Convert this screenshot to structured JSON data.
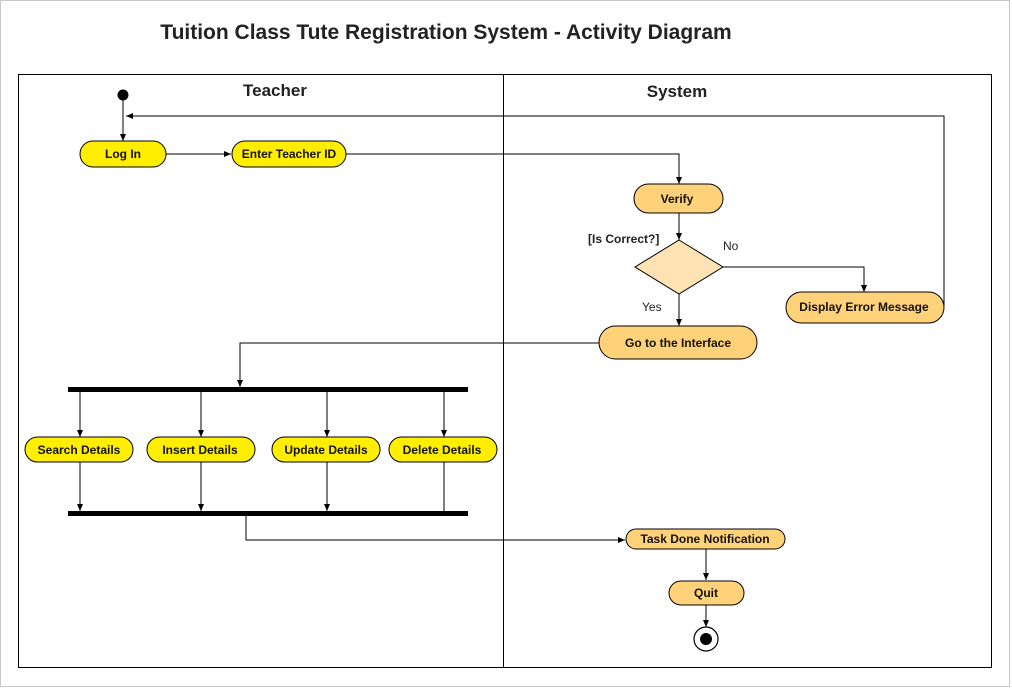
{
  "diagram": {
    "title": "Tuition Class Tute Registration System - Activity Diagram",
    "lanes": {
      "teacher": "Teacher",
      "system": "System"
    },
    "activities": {
      "log_in": "Log In",
      "enter_teacher_id": "Enter Teacher ID",
      "verify": "Verify",
      "display_error": "Display Error Message",
      "go_to_interface": "Go to the Interface",
      "search_details": "Search Details",
      "insert_details": "Insert Details",
      "update_details": "Update Details",
      "delete_details": "Delete Details",
      "task_done": "Task Done Notification",
      "quit": "Quit"
    },
    "guards": {
      "is_correct": "[Is Correct?]",
      "no": "No",
      "yes": "Yes"
    },
    "colors": {
      "teacher_activity": "#FFEE00",
      "system_activity": "#FFD27A",
      "decision": "#FFE3B5",
      "border": "#000000"
    }
  }
}
